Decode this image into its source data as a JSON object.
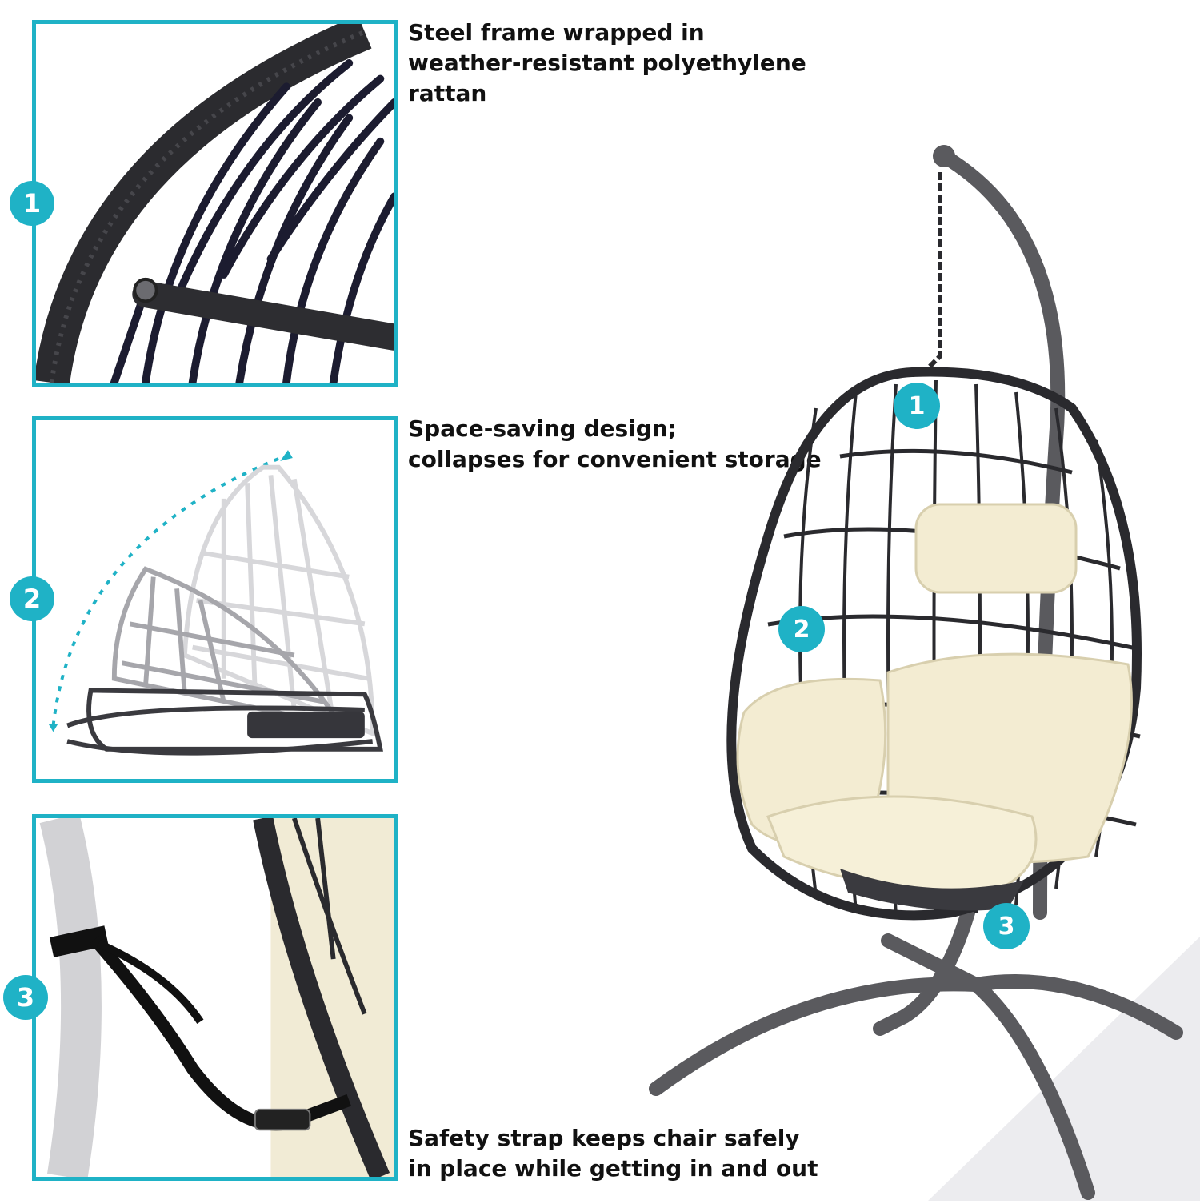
{
  "callouts": [
    {
      "number": "1",
      "line1": "Steel frame wrapped in",
      "line2": "weather-resistant polyethylene rattan"
    },
    {
      "number": "2",
      "line1": "Space-saving design;",
      "line2": "collapses for convenient storage"
    },
    {
      "number": "3",
      "line1": "Safety strap keeps chair safely",
      "line2": "in place while getting in and out"
    }
  ],
  "colors": {
    "accent": "#1fb2c6",
    "frame": "#2a2a2e",
    "stand": "#5a5a5e",
    "cushion": "#f3ecd2"
  }
}
